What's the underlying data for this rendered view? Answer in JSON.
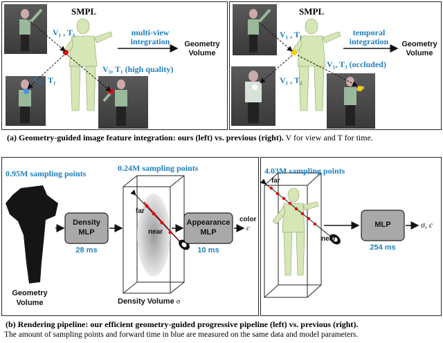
{
  "panel_a": {
    "left": {
      "smpl": "SMPL",
      "v1t1": "V",
      "v1t1_full": "V₁ , T₁",
      "v2t1": "V₂ , T₁",
      "v3t1": "V₃, T₁ (high quality)",
      "arrow_label_1": "multi-view",
      "arrow_label_2": "integration",
      "output_1": "Geometry",
      "output_2": "Volume"
    },
    "right": {
      "smpl": "SMPL",
      "v1t1": "V₁ , T₁",
      "v1t2": "V₁ , T₂",
      "v1t3": "V₁, T₃ (occluded)",
      "arrow_label_1": "temporal",
      "arrow_label_2": "integration",
      "output_1": "Geometry",
      "output_2": "Volume"
    },
    "caption_bold": "(a) Geometry-guided image feature integration: ours (left) vs. previous (right).",
    "caption_rest": " V for view and T for time."
  },
  "panel_b": {
    "left": {
      "points_1": "0.95M sampling points",
      "points_2": "0.24M sampling points",
      "mlp1_l1": "Density",
      "mlp1_l2": "MLP",
      "mlp1_time": "28 ms",
      "mlp2_l1": "Appearance",
      "mlp2_l2": "MLP",
      "mlp2_time": "10 ms",
      "far": "far",
      "near": "near",
      "color_label": "color",
      "color_sym": "c",
      "geom_1": "Geometry",
      "geom_2": "Volume",
      "density_vol": "Density Volume",
      "sigma": "σ"
    },
    "right": {
      "points": "4.03M sampling points",
      "far": "far",
      "near": "near",
      "mlp": "MLP",
      "time": "254 ms",
      "output": "σ, c"
    },
    "caption_bold": "(b) Rendering pipeline:  our efficient geometry-guided progressive pipeline (left) vs. previous (right).",
    "caption_line2": "The amount of sampling points and forward time in blue are measured on the same data and model parameters."
  },
  "colors": {
    "accent_blue": "#1f7fbf",
    "mlp_box": "#a9a9a9",
    "photo_bg": "#4a4a4a",
    "mesh": "#c8dca0",
    "ray_red": "#e01010"
  }
}
